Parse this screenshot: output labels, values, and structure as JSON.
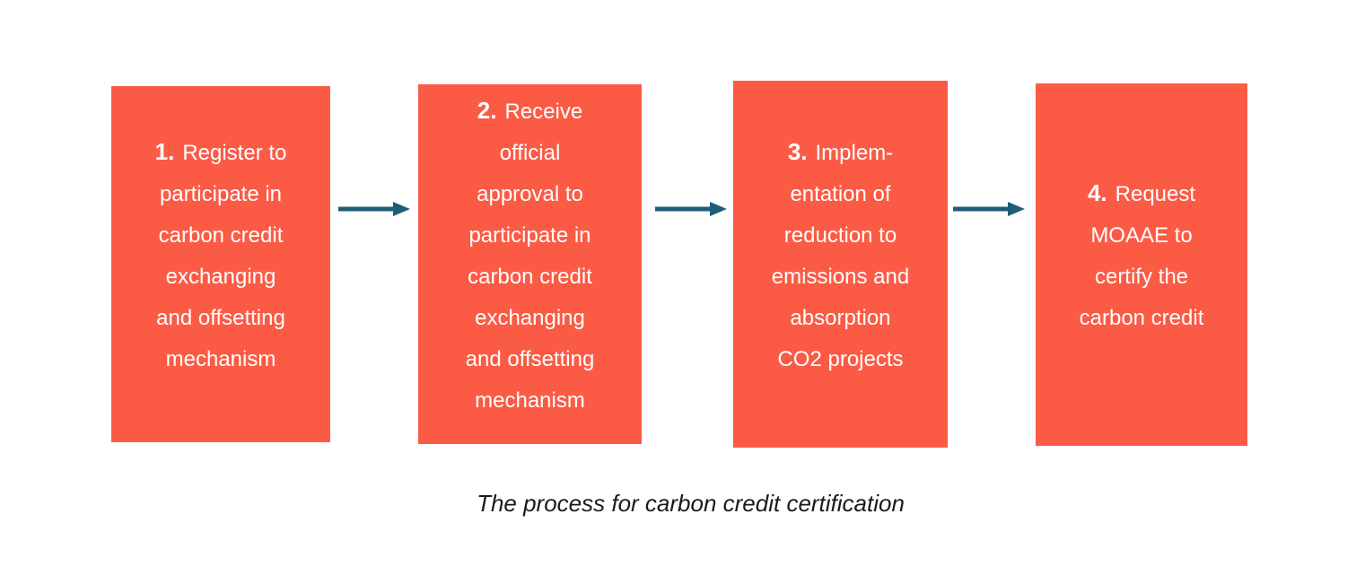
{
  "caption": "The process for carbon credit certification",
  "colors": {
    "box_fill": "#FB5B45",
    "arrow": "#1F5C78",
    "box_text": "#FFFFFF",
    "caption_text": "#1A1A1A",
    "background": "#FFFFFF"
  },
  "icons": {
    "connector": "right-arrow-icon"
  },
  "steps": [
    {
      "number": "1.",
      "lines": [
        "Register to",
        "participate in",
        "carbon credit",
        "exchanging",
        "and offsetting",
        "mechanism"
      ]
    },
    {
      "number": "2.",
      "lines": [
        "Receive",
        "official",
        "approval to",
        "participate in",
        "carbon credit",
        "exchanging",
        "and offsetting",
        "mechanism"
      ]
    },
    {
      "number": "3.",
      "lines": [
        "Implem-",
        "entation of",
        "reduction to",
        "emissions and",
        "absorption",
        "CO2 projects"
      ]
    },
    {
      "number": "4.",
      "lines": [
        "Request",
        "MOAAE to",
        "certify the",
        "carbon credit"
      ]
    }
  ]
}
